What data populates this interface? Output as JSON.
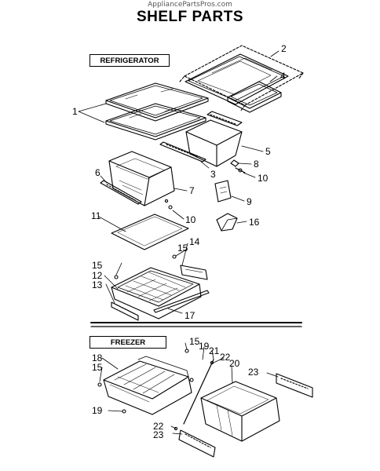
{
  "watermark": "AppliancePartsPros.com",
  "title": "SHELF PARTS",
  "sections": {
    "refrigerator": "REFRIGERATOR",
    "freezer": "FREEZER"
  },
  "callouts": [
    "1",
    "2",
    "3",
    "4",
    "5",
    "6",
    "7",
    "8",
    "9",
    "10",
    "10",
    "11",
    "14",
    "15",
    "12",
    "13",
    "15",
    "16",
    "17",
    "15",
    "19",
    "21",
    "22",
    "20",
    "18",
    "15",
    "23",
    "19",
    "22",
    "23"
  ]
}
